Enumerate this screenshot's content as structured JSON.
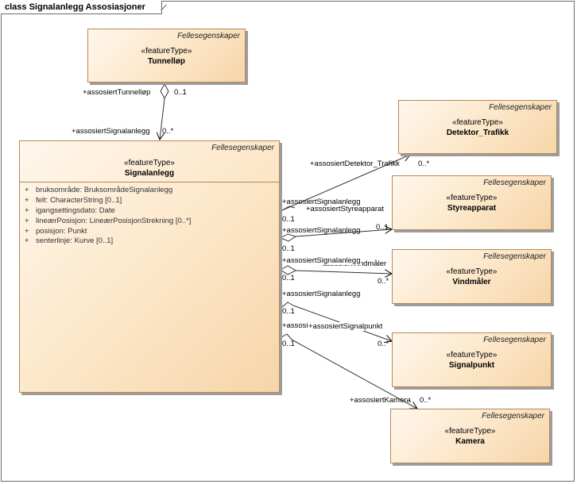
{
  "frame": {
    "title": "class Signalanlegg Assosiasjoner"
  },
  "classes": {
    "tunnellop": {
      "tag": "Fellesegenskaper",
      "stereotype": "«featureType»",
      "name": "Tunnelløp"
    },
    "signalanlegg": {
      "tag": "Fellesegenskaper",
      "stereotype": "«featureType»",
      "name": "Signalanlegg",
      "attributes": [
        {
          "vis": "+",
          "text": "bruksområde: BruksområdeSignalanlegg"
        },
        {
          "vis": "+",
          "text": "felt: CharacterString [0..1]"
        },
        {
          "vis": "+",
          "text": "igangsettingsdato: Date"
        },
        {
          "vis": "+",
          "text": "lineærPosisjon: LineærPosisjonStrekning [0..*]"
        },
        {
          "vis": "+",
          "text": "posisjon: Punkt"
        },
        {
          "vis": "+",
          "text": "senterlinje: Kurve [0..1]"
        }
      ]
    },
    "detektor": {
      "tag": "Fellesegenskaper",
      "stereotype": "«featureType»",
      "name": "Detektor_Trafikk"
    },
    "styreapparat": {
      "tag": "Fellesegenskaper",
      "stereotype": "«featureType»",
      "name": "Styreapparat"
    },
    "vindmaler": {
      "tag": "Fellesegenskaper",
      "stereotype": "«featureType»",
      "name": "Vindmåler"
    },
    "signalpunkt": {
      "tag": "Fellesegenskaper",
      "stereotype": "«featureType»",
      "name": "Signalpunkt"
    },
    "kamera": {
      "tag": "Fellesegenskaper",
      "stereotype": "«featureType»",
      "name": "Kamera"
    }
  },
  "associations": {
    "tunnel": {
      "role_source": "+assosiertTunnelløp",
      "mult_source": "0..1",
      "role_target": "+assosiertSignalanlegg",
      "mult_target": "0..*"
    },
    "detektor": {
      "role_source": "+assosiertSignalanlegg",
      "mult_source": "0..1",
      "role_target": "+assosiertDetektor_Trafikk",
      "mult_target": "0..*"
    },
    "styreapparat": {
      "role_source": "+assosiertSignalanlegg",
      "mult_source": "0..1",
      "role_target": "+assosiertStyreapparat",
      "mult_target": "0..1"
    },
    "vindmaler": {
      "role_source": "+assosiertSignalanlegg",
      "mult_source": "0..1",
      "role_target": "+assosiertVindmåler",
      "mult_target": "0..*"
    },
    "signalpunkt": {
      "role_source": "+assosiertSignalanlegg",
      "mult_source": "0..1",
      "role_target": "+assosiertSignalpunkt",
      "mult_target": "0..*"
    },
    "kamera": {
      "role_source": "+assosiertSignalanlegg",
      "mult_source": "0..1",
      "role_target": "+assosiertKamera",
      "mult_target": "0..*"
    }
  }
}
